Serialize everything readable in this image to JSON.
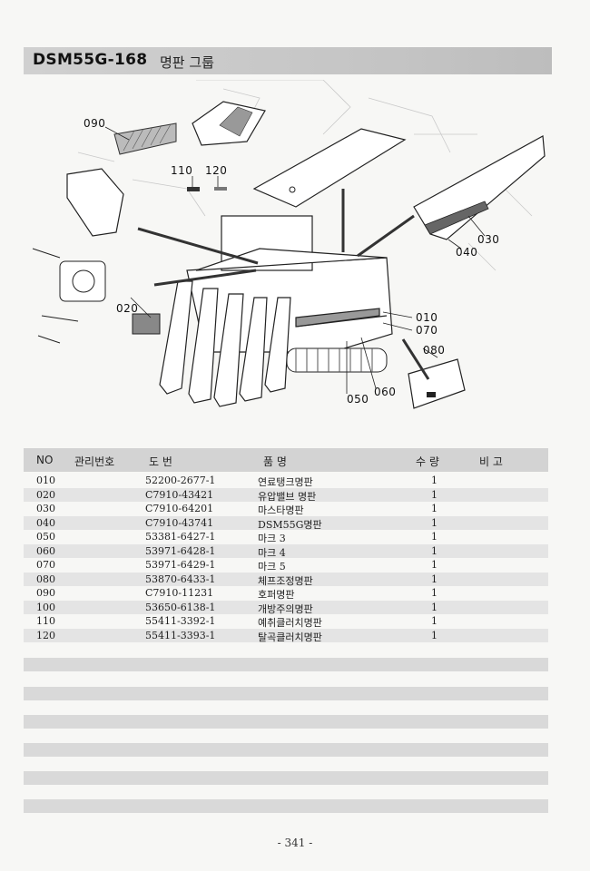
{
  "title": {
    "code": "DSM55G-168",
    "name": "명판 그룹"
  },
  "callouts": [
    "090",
    "110",
    "120",
    "030",
    "040",
    "020",
    "010",
    "070",
    "080",
    "060",
    "050"
  ],
  "table": {
    "headers": {
      "no": "NO",
      "mgmt": "관리번호",
      "part_no": "도      번",
      "name": "품        명",
      "qty": "수 량",
      "remark": "비  고"
    },
    "rows": [
      {
        "no": "010",
        "part_no": "52200-2677-1",
        "name": "연료탱크명판",
        "qty": "1"
      },
      {
        "no": "020",
        "part_no": "C7910-43421",
        "name": "유압밸브 명판",
        "qty": "1"
      },
      {
        "no": "030",
        "part_no": "C7910-64201",
        "name": "마스타명판",
        "qty": "1"
      },
      {
        "no": "040",
        "part_no": "C7910-43741",
        "name": "DSM55G명판",
        "qty": "1"
      },
      {
        "no": "050",
        "part_no": "53381-6427-1",
        "name": "마크 3",
        "qty": "1"
      },
      {
        "no": "060",
        "part_no": "53971-6428-1",
        "name": "마크 4",
        "qty": "1"
      },
      {
        "no": "070",
        "part_no": "53971-6429-1",
        "name": "마크 5",
        "qty": "1"
      },
      {
        "no": "080",
        "part_no": "53870-6433-1",
        "name": "체프조정명판",
        "qty": "1"
      },
      {
        "no": "090",
        "part_no": "C7910-11231",
        "name": "호퍼명판",
        "qty": "1"
      },
      {
        "no": "100",
        "part_no": "53650-6138-1",
        "name": "개방주의명판",
        "qty": "1"
      },
      {
        "no": "110",
        "part_no": "55411-3392-1",
        "name": "예취클러치명판",
        "qty": "1"
      },
      {
        "no": "120",
        "part_no": "55411-3393-1",
        "name": "탈곡클러치명판",
        "qty": "1"
      }
    ]
  },
  "page_number": "- 341 -"
}
